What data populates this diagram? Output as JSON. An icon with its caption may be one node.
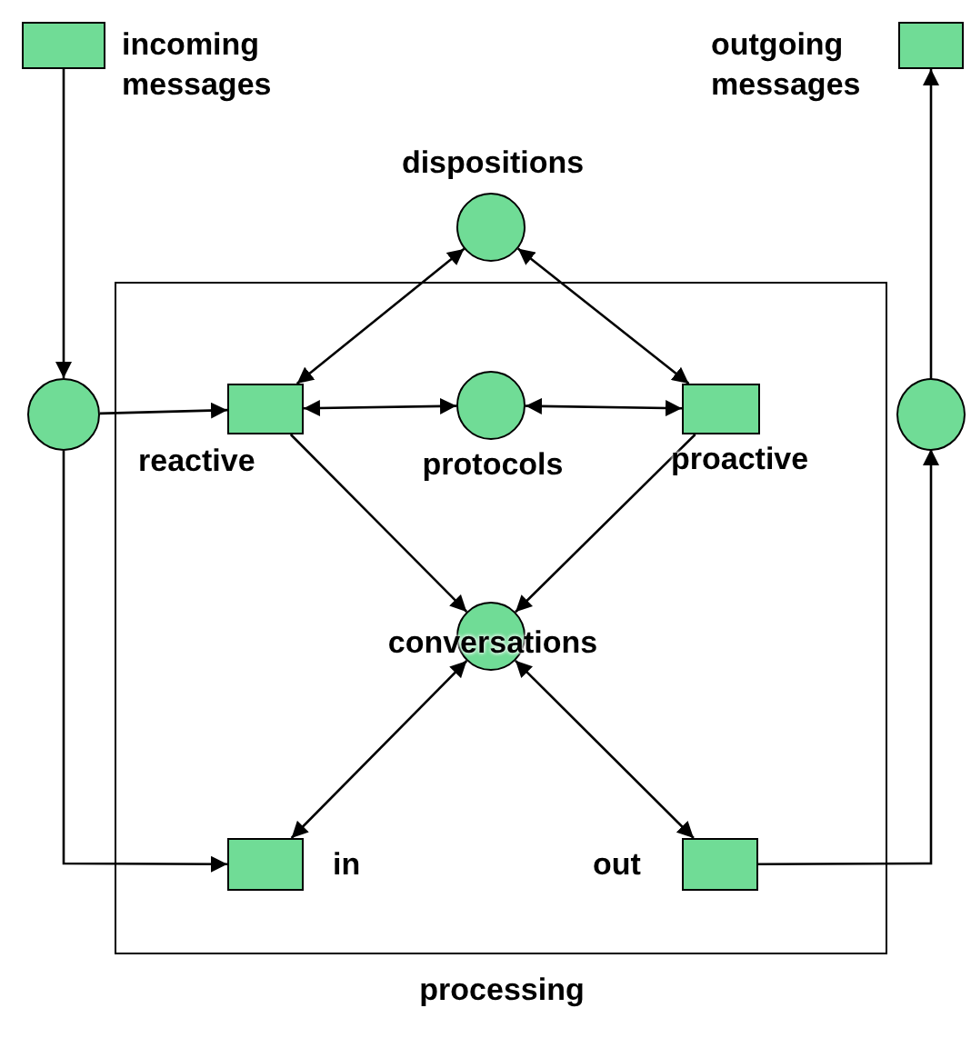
{
  "diagram": {
    "nodes": [
      {
        "text": [
          "processing"
        ]
      },
      {
        "text": [
          "incoming messages"
        ]
      },
      {
        "text": [
          "outgoing messages"
        ]
      },
      {
        "text": [],
        "shape": "circle"
      },
      {
        "text": [
          "dispositions"
        ]
      },
      {
        "text": [
          "reactive"
        ],
        "in": 0
      },
      {
        "text": [
          "protocols"
        ],
        "in": 0
      },
      {
        "text": [
          "proactive"
        ],
        "in": 0
      },
      {
        "text": [
          "conversations"
        ],
        "in": 0
      },
      {
        "text": [
          "in"
        ],
        "in": 0
      },
      {
        "text": [
          "out"
        ],
        "in": 0
      },
      {
        "text": [],
        "shape": "circle"
      }
    ],
    "edges": [
      {
        "from": 1,
        "to": 3,
        "arrow": "to"
      },
      {
        "from": 3,
        "to": 5,
        "arrow": "to"
      },
      {
        "from": 3,
        "to": 9,
        "arrow": "to"
      },
      {
        "from": 4,
        "to": 5,
        "arrow": "both"
      },
      {
        "from": 4,
        "to": 7,
        "arrow": "both"
      },
      {
        "from": 6,
        "to": 5,
        "arrow": "both"
      },
      {
        "from": 6,
        "to": 7,
        "arrow": "both"
      },
      {
        "from": 5,
        "to": 8,
        "arrow": "to"
      },
      {
        "from": 7,
        "to": 8,
        "arrow": "to"
      },
      {
        "from": 8,
        "to": 9,
        "arrow": "both"
      },
      {
        "from": 8,
        "to": 10,
        "arrow": "both"
      },
      {
        "from": 10,
        "to": 11,
        "arrow": "to"
      },
      {
        "from": 11,
        "to": 2,
        "arrow": "to"
      }
    ]
  }
}
